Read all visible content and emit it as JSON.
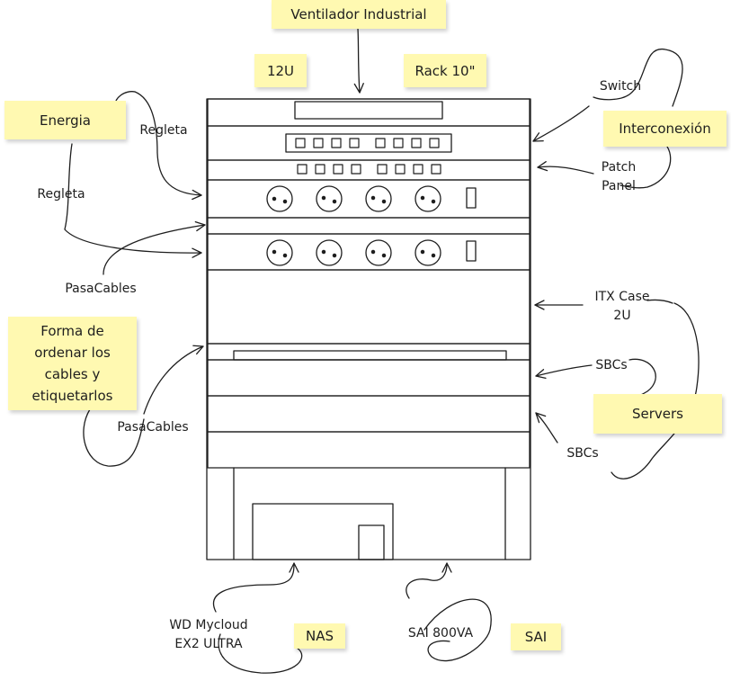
{
  "colors": {
    "note": "#fff9b1",
    "stroke": "#1e1e1e"
  },
  "notes": {
    "ventilador": "Ventilador Industrial",
    "u12": "12U",
    "rack": "Rack 10\"",
    "energia": "Energia",
    "interconexion": "Interconexión",
    "forma": [
      "Forma de",
      "ordenar los",
      "cables y",
      "etiquetarlos"
    ],
    "servers": "Servers",
    "nas": "NAS",
    "sai": "SAI"
  },
  "labels": {
    "switch": "Switch",
    "regleta_top": "Regleta",
    "regleta_side": "Regleta",
    "patch": [
      "Patch",
      "Panel"
    ],
    "pasacables_top": "PasaCables",
    "pasacables_bottom": "PasaCables",
    "itx": [
      "ITX Case",
      "2U"
    ],
    "sbcs_1": "SBCs",
    "sbcs_2": "SBCs",
    "wd": [
      "WD Mycloud",
      "EX2 ULTRA"
    ],
    "sai_800": "SAI 800VA"
  }
}
